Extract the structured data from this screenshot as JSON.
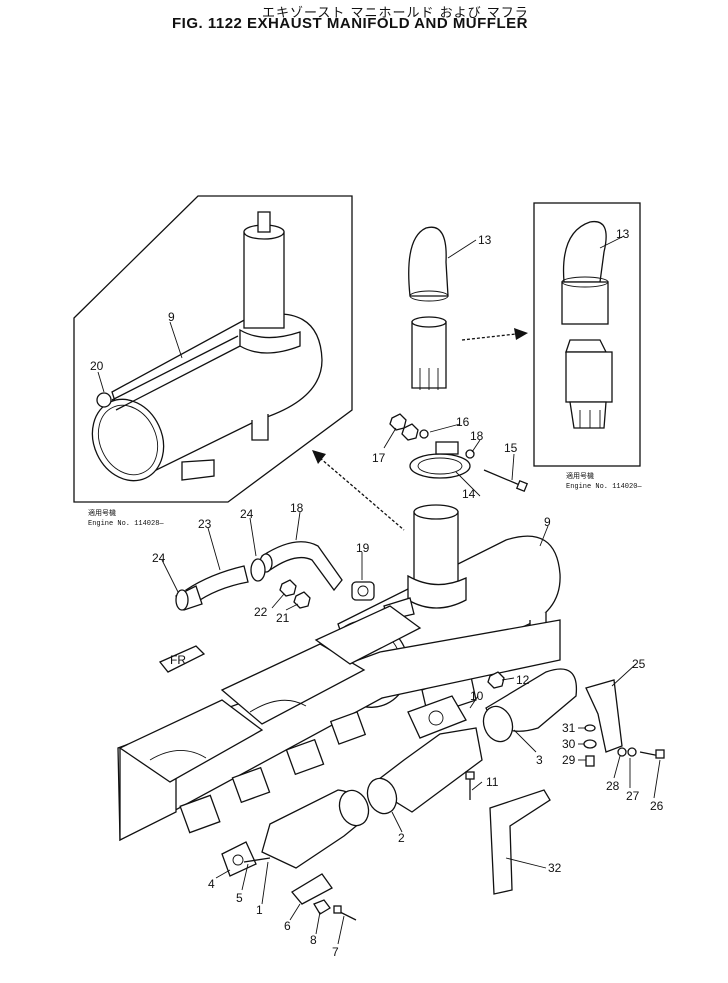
{
  "title_jp": "エキゾースト マニホールド および マフラ",
  "title_en": "FIG. 1122  EXHAUST MANIFOLD AND MUFFLER",
  "inset_left_note": {
    "line1": "適用号機",
    "line2": "Engine No. 114028—"
  },
  "inset_right_note": {
    "line1": "適用号機",
    "line2": "Engine No. 114020—"
  },
  "callouts": {
    "p1": "1",
    "p2": "2",
    "p3": "3",
    "p4": "4",
    "p5": "5",
    "p6": "6",
    "p7": "7",
    "p8": "8",
    "p9a": "9",
    "p9b": "9",
    "p10": "10",
    "p11": "11",
    "p12": "12",
    "p13a": "13",
    "p13b": "13",
    "p14": "14",
    "p15": "15",
    "p16": "16",
    "p17": "17",
    "p18a": "18",
    "p18b": "18",
    "p19": "19",
    "p20": "20",
    "p21": "21",
    "p22": "22",
    "p23": "23",
    "p24a": "24",
    "p24b": "24",
    "p25": "25",
    "p26": "26",
    "p27": "27",
    "p28": "28",
    "p29": "29",
    "p30": "30",
    "p31": "31",
    "p32": "32"
  },
  "front_mark": "FR"
}
